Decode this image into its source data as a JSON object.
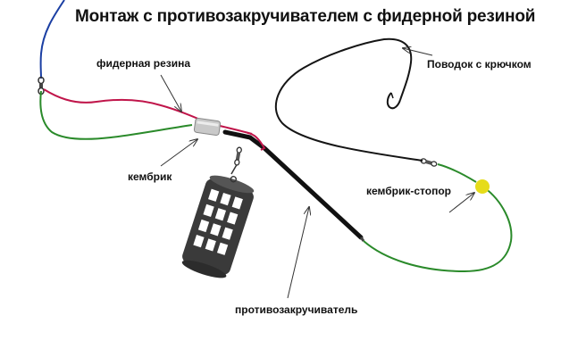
{
  "title": "Монтаж с противозакручивателем с фидерной резиной",
  "labels": {
    "feeder_gum": "фидерная резина",
    "leader": "Поводок с крючком",
    "cambric": "кембрик",
    "stopper": "кембрик-стопор",
    "anti_tangle": "противозакручиватель"
  },
  "colors": {
    "main_line": "#1b3fa3",
    "feeder_gum": "#c0154a",
    "leader_line": "#2a8a2a",
    "leader_black": "#151515",
    "anti_tangle_tube": "#111111",
    "stopper_bead": "#e6dc1a",
    "cambric": "#c9c9c9",
    "feeder": "#3a3a3a"
  },
  "icons": {
    "feeder": "feeder-cage-icon",
    "swivel": "swivel-icon",
    "hook": "fishing-hook-icon",
    "bead": "stopper-bead-icon"
  }
}
